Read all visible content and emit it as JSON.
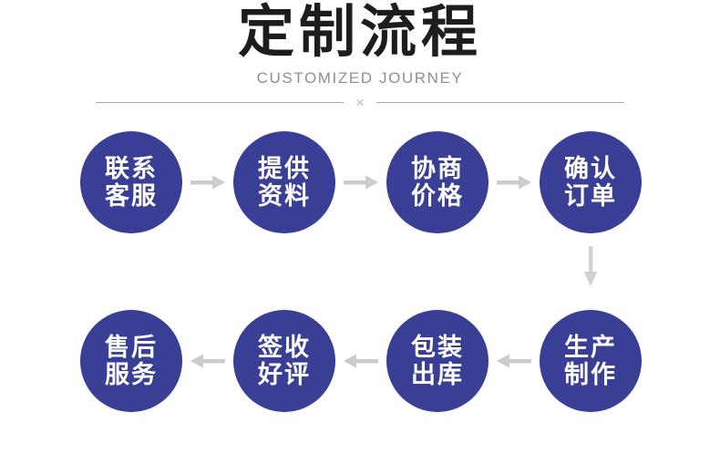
{
  "header": {
    "title": "定制流程",
    "subtitle": "CUSTOMIZED JOURNEY",
    "divider_symbol": "×"
  },
  "colors": {
    "circle_fill": "#3a3f96",
    "circle_text": "#ffffff",
    "arrow": "#cccccc",
    "title_text": "#1d1d1d",
    "subtitle_text": "#8f8f8f",
    "divider_line": "#a8a8a8"
  },
  "icons": {
    "arrow_right": "→",
    "arrow_left": "←",
    "arrow_down": "↓",
    "divider_x": "×"
  },
  "flow": {
    "steps": [
      {
        "id": "contact-service",
        "line1": "联系",
        "line2": "客服"
      },
      {
        "id": "provide-materials",
        "line1": "提供",
        "line2": "资料"
      },
      {
        "id": "negotiate-price",
        "line1": "协商",
        "line2": "价格"
      },
      {
        "id": "confirm-order",
        "line1": "确认",
        "line2": "订单"
      },
      {
        "id": "production",
        "line1": "生产",
        "line2": "制作"
      },
      {
        "id": "packing-shipment",
        "line1": "包装",
        "line2": "出库"
      },
      {
        "id": "sign-good-review",
        "line1": "签收",
        "line2": "好评"
      },
      {
        "id": "after-sales",
        "line1": "售后",
        "line2": "服务"
      }
    ]
  }
}
